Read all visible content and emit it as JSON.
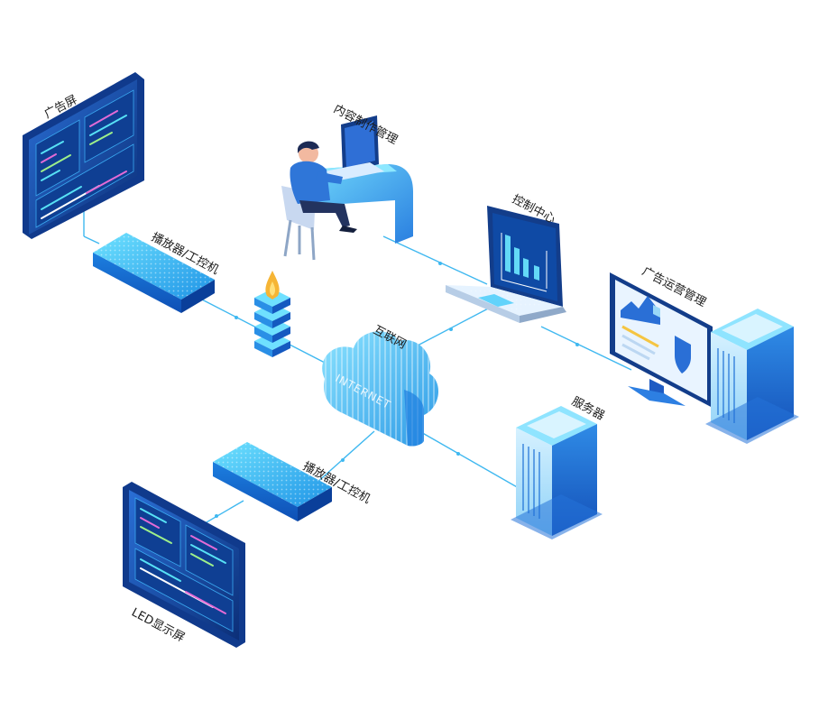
{
  "diagram": {
    "labels": {
      "ad_screen": "广告屏",
      "player_top": "播放器/工控机",
      "content_mgmt": "内容制作管理",
      "control_center": "控制中心",
      "ad_ops_mgmt": "广告运营管理",
      "internet": "互联网",
      "cloud_text": "INTERNET",
      "server": "服务器",
      "player_bottom": "播放器/工控机",
      "led_screen": "LED显示屏"
    },
    "colors": {
      "line": "#3fb8f0",
      "device_dark": "#0d3a8a",
      "device_mid": "#1e6fd9",
      "device_light": "#4fd0f7",
      "cloud": "#5ec8f2"
    },
    "icons": [
      "ad-screen-icon",
      "player-icon",
      "firewall-icon",
      "cloud-icon",
      "person-at-desk-icon",
      "laptop-icon",
      "monitor-icon",
      "server-tower-icon",
      "led-screen-icon"
    ]
  }
}
